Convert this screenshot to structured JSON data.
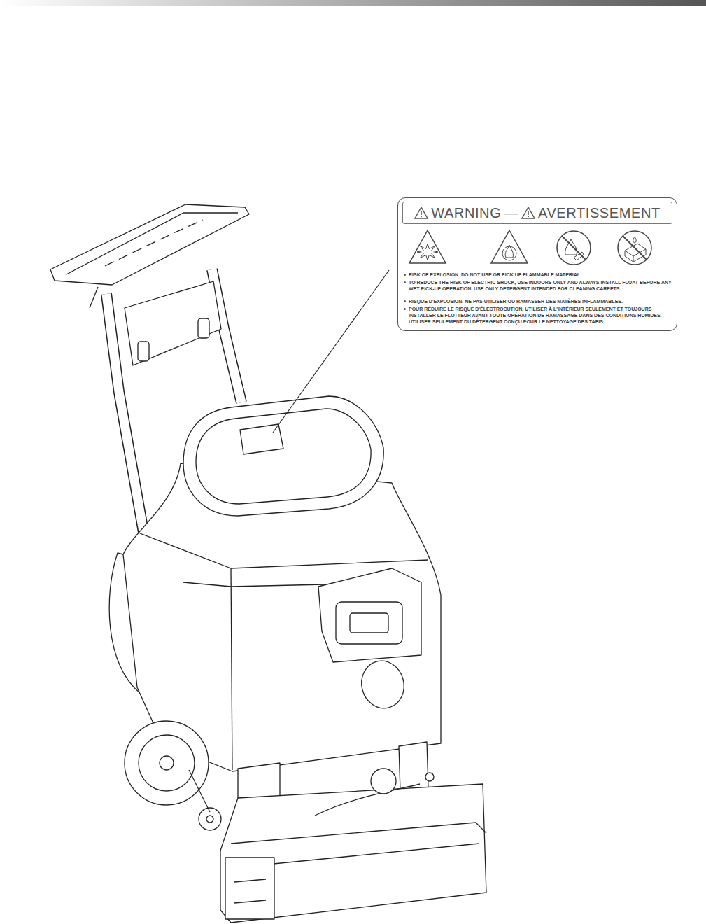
{
  "diagram": {
    "nodes": [
      {
        "text": [
          "WARNING",
          "—",
          "AVERTISSEMENT",
          "RISK OF EXPLOSION. DO NOT USE OR PICK UP FLAMMABLE MATERIAL.",
          "TO REDUCE THE RISK OF ELECTRIC SHOCK, USE INDOORS ONLY AND ALWAYS INSTALL FLOAT BEFORE ANY WET PICK-UP OPERATION. USE ONLY DETERGENT INTENDED FOR CLEANING CARPETS.",
          "RISQUE D'EXPLOSION. NE PAS UTILISER OU RAMASSER DES MATÈRES INFLAMMABLES.",
          "POUR RÉDUIRE LE RISQUE D'ÉLECTROCUTION, UTILISER À L'INTÉRIEUR SEULEMENT ET TOUJOURS INSTALLER LE FLOTTEUR AVANT TOUTE OPÉRATION DE RAMASSAGE DANS DES CONDITIONS HUMIDES. UTILISER SEULEMENT DU DÉTERGENT CONÇU POUR LE NETTOYAGE DES TAPIS."
        ]
      }
    ],
    "edges": []
  }
}
